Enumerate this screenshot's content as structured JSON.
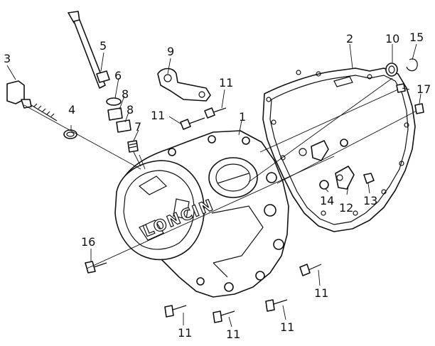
{
  "diagram": {
    "brand_text": "LONCIN",
    "callouts": [
      {
        "id": "c1",
        "label": "1"
      },
      {
        "id": "c2",
        "label": "2"
      },
      {
        "id": "c3",
        "label": "3"
      },
      {
        "id": "c4",
        "label": "4"
      },
      {
        "id": "c5",
        "label": "5"
      },
      {
        "id": "c6",
        "label": "6"
      },
      {
        "id": "c7",
        "label": "7"
      },
      {
        "id": "c8a",
        "label": "8"
      },
      {
        "id": "c8b",
        "label": "8"
      },
      {
        "id": "c9",
        "label": "9"
      },
      {
        "id": "c10",
        "label": "10"
      },
      {
        "id": "c11a",
        "label": "11"
      },
      {
        "id": "c11b",
        "label": "11"
      },
      {
        "id": "c11c",
        "label": "11"
      },
      {
        "id": "c11d",
        "label": "11"
      },
      {
        "id": "c11e",
        "label": "11"
      },
      {
        "id": "c11f",
        "label": "11"
      },
      {
        "id": "c12",
        "label": "12"
      },
      {
        "id": "c13",
        "label": "13"
      },
      {
        "id": "c14",
        "label": "14"
      },
      {
        "id": "c15",
        "label": "15"
      },
      {
        "id": "c16",
        "label": "16"
      },
      {
        "id": "c17",
        "label": "17"
      }
    ]
  }
}
